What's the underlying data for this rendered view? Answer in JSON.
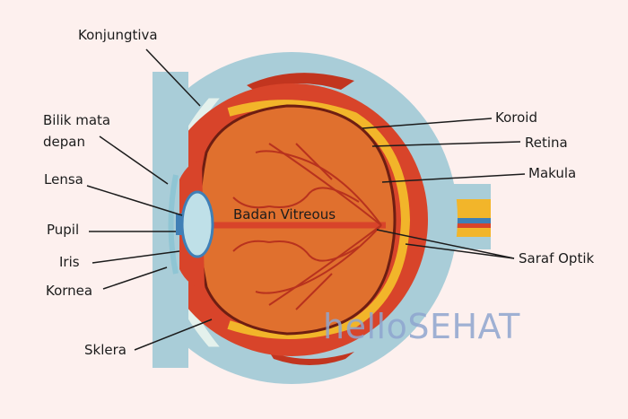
{
  "labels": {
    "konjungtiva": "Konjungtiva",
    "bilik_mata_depan_line1": "Bilik mata",
    "bilik_mata_depan_line2": "depan",
    "lensa": "Lensa",
    "pupil": "Pupil",
    "iris": "Iris",
    "kornea": "Kornea",
    "sklera": "Sklera",
    "koroid": "Koroid",
    "retina": "Retina",
    "makula": "Makula",
    "saraf_optik": "Saraf Optik",
    "badan_vitreous": "Badan Vitreous"
  },
  "logo": {
    "part1": "hello",
    "part2": "SEHAT"
  },
  "colors": {
    "background": "#fdf0ee",
    "sclera": "#a9cdd8",
    "choroid": "#d8442a",
    "retina": "#f2b52a",
    "vitreous": "#e0702e",
    "vessels": "#b8321e",
    "lens": "#bfe0e8",
    "cornea": "#e4f1ec",
    "optic_nerve": "#f2b52a",
    "logo": "#8fa6cf"
  }
}
